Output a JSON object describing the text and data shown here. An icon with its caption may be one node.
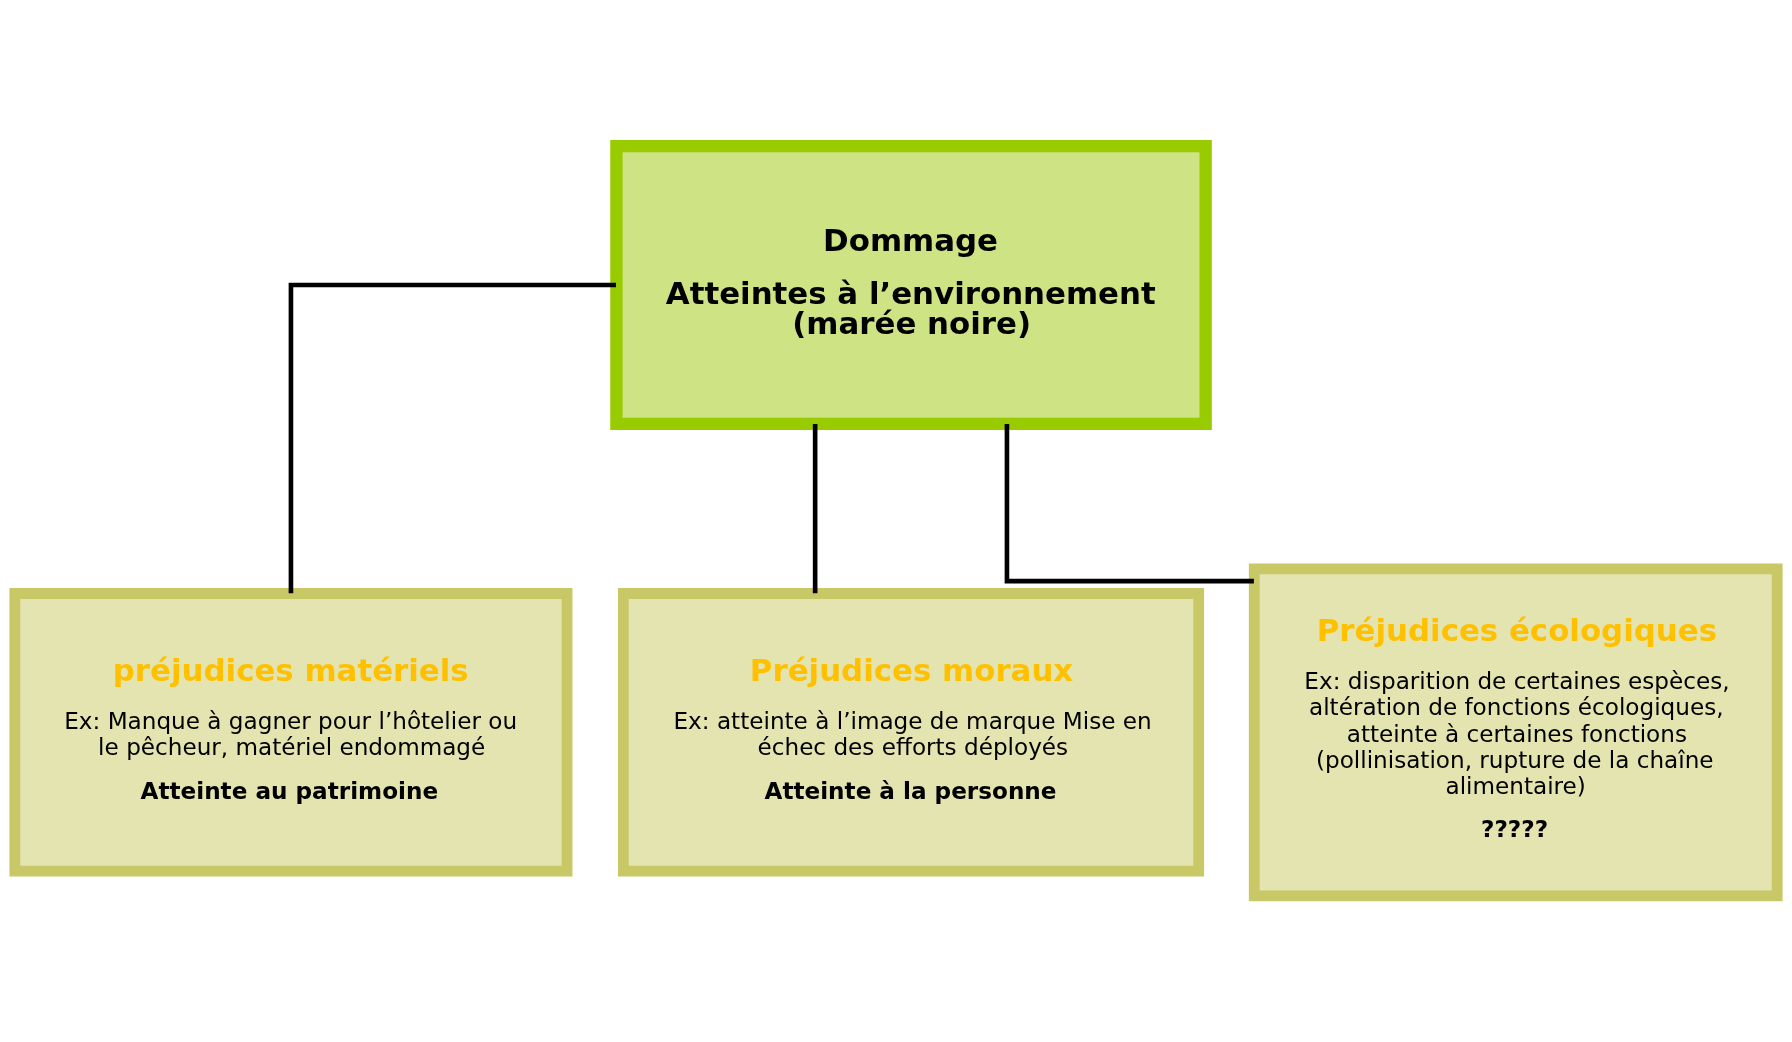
{
  "diagram": {
    "nodes": [
      {
        "text": [
          "Dommage",
          "Atteintes à l’environnement (marée noire)"
        ]
      },
      {
        "text": [
          "préjudices matériels",
          "Ex: Manque à gagner pour l’hôtelier ou le pêcheur, matériel endommagé",
          "Atteinte au patrimoine"
        ]
      },
      {
        "text": [
          "Préjudices moraux",
          "Ex: atteinte à l’image de marque Mise en échec des efforts déployés",
          "Atteinte à la personne"
        ]
      },
      {
        "text": [
          "Préjudices écologiques",
          "Ex: disparition de certaines espèces, altération de fonctions écologiques, atteinte à certaines fonctions (pollinisation, rupture de la chaîne alimentaire)",
          "?????"
        ]
      }
    ],
    "edges": [
      {
        "from": 0,
        "to": 1,
        "arrow": "none"
      },
      {
        "from": 0,
        "to": 2,
        "arrow": "none"
      },
      {
        "from": 0,
        "to": 3,
        "arrow": "none"
      }
    ]
  }
}
